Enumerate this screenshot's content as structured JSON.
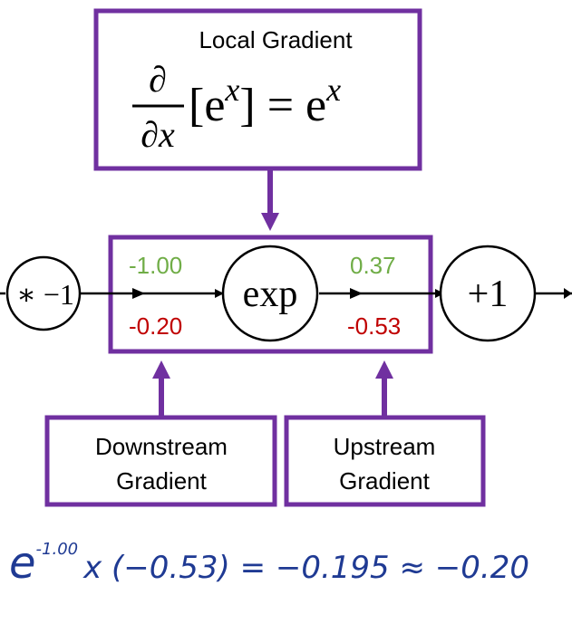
{
  "local_gradient": {
    "title": "Local Gradient",
    "numerator": "∂",
    "denominator": "∂x",
    "expression_left": "[e",
    "exponent_left": "x",
    "expression_mid": "] = e",
    "exponent_right": "x"
  },
  "nodes": {
    "left": "∗ −1",
    "center": "exp",
    "right": "+1"
  },
  "values": {
    "forward_in": "-1.00",
    "backward_in": "-0.20",
    "forward_out": "0.37",
    "backward_out": "-0.53"
  },
  "labels": {
    "downstream_line1": "Downstream",
    "downstream_line2": "Gradient",
    "upstream_line1": "Upstream",
    "upstream_line2": "Gradient"
  },
  "handwritten": {
    "base": "e",
    "exponent": "-1.00",
    "rest": "x (−0.53) = −0.195 ≈ −0.20"
  },
  "colors": {
    "purple": "#7030a0",
    "green": "#70ad47",
    "red": "#c00000",
    "ink": "#1f3a93",
    "black": "#000000"
  }
}
